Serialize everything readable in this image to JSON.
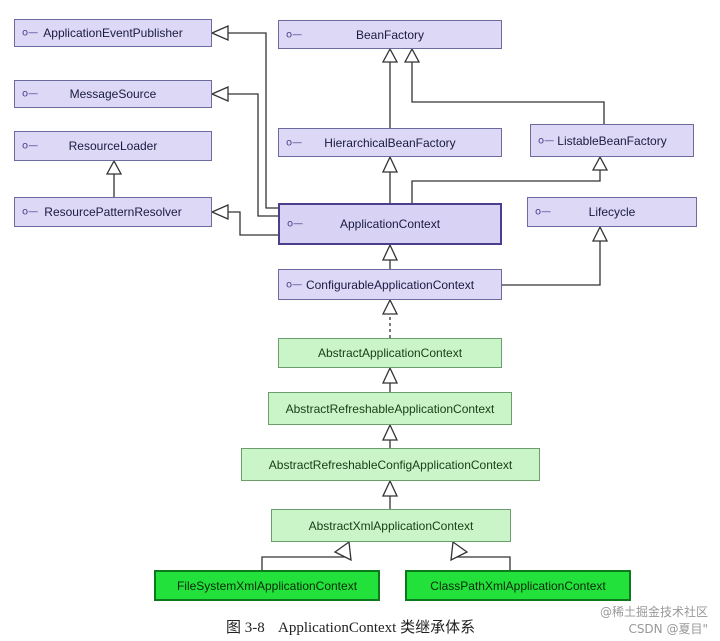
{
  "nodes": {
    "applicationEventPublisher": "ApplicationEventPublisher",
    "messageSource": "MessageSource",
    "resourceLoader": "ResourceLoader",
    "resourcePatternResolver": "ResourcePatternResolver",
    "beanFactory": "BeanFactory",
    "hierarchicalBeanFactory": "HierarchicalBeanFactory",
    "listableBeanFactory": "ListableBeanFactory",
    "applicationContext": "ApplicationContext",
    "lifecycle": "Lifecycle",
    "configurableApplicationContext": "ConfigurableApplicationContext",
    "abstractApplicationContext": "AbstractApplicationContext",
    "abstractRefreshableApplicationContext": "AbstractRefreshableApplicationContext",
    "abstractRefreshableConfigApplicationContext": "AbstractRefreshableConfigApplicationContext",
    "abstractXmlApplicationContext": "AbstractXmlApplicationContext",
    "fileSystemXmlApplicationContext": "FileSystemXmlApplicationContext",
    "classPathXmlApplicationContext": "ClassPathXmlApplicationContext"
  },
  "interface_marker": "o—",
  "caption": {
    "figure_number": "图 3-8",
    "title": "ApplicationContext 类继承体系"
  },
  "watermarks": {
    "juejin": "@稀土掘金技术社区",
    "csdn": "CSDN @夏目\""
  },
  "colors": {
    "interface_fill": "#dcd8f6",
    "abstract_fill": "#c9f5c9",
    "concrete_fill": "#22e13a",
    "line": "#333333"
  }
}
